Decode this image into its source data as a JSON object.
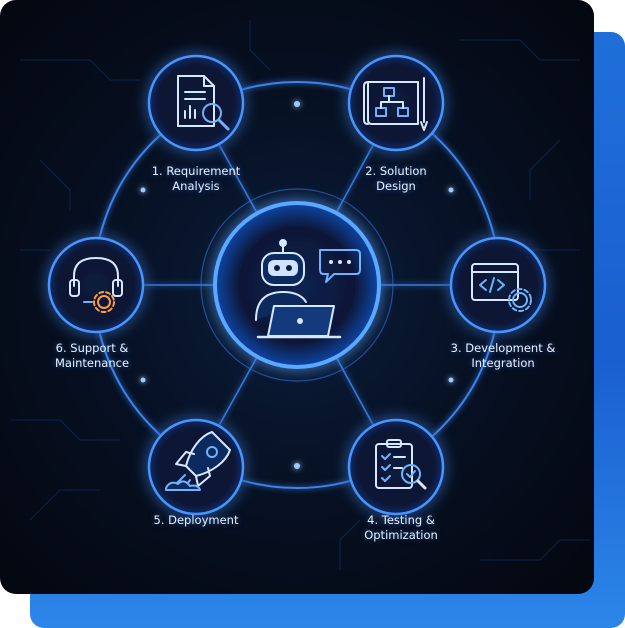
{
  "colors": {
    "accent": "#3f8cff",
    "glow": "#5aa8ff",
    "backplate": "#1f6fd9",
    "background": "#050b18"
  },
  "center": {
    "icon": "robot-with-laptop-icon"
  },
  "steps": [
    {
      "label": "1. Requirement\nAnalysis",
      "icon": "document-magnifier-icon"
    },
    {
      "label": "2. Solution\nDesign",
      "icon": "blueprint-flowchart-icon"
    },
    {
      "label": "3. Development &\nIntegration",
      "icon": "code-window-gear-icon"
    },
    {
      "label": "4. Testing &\nOptimization",
      "icon": "checklist-magnifier-icon"
    },
    {
      "label": "5. Deployment",
      "icon": "rocket-icon"
    },
    {
      "label": "6. Support &\nMaintenance",
      "icon": "headset-gear-icon"
    }
  ]
}
